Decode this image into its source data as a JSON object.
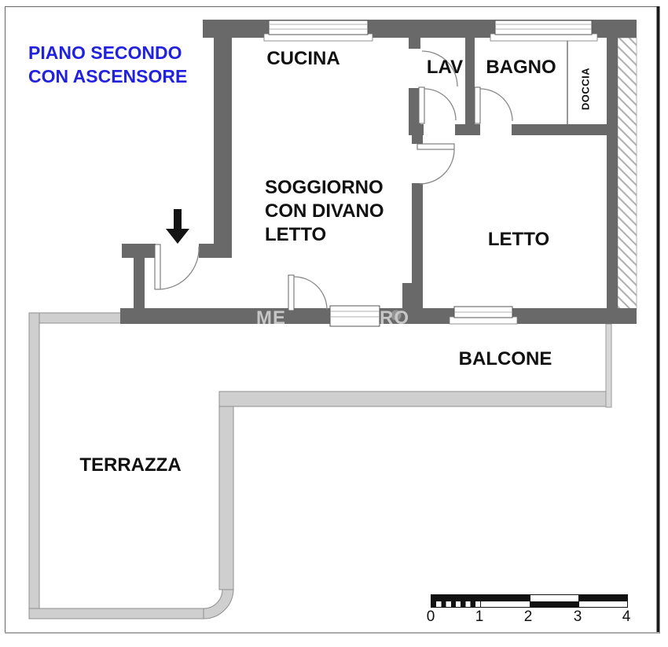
{
  "title": {
    "line1": "PIANO SECONDO",
    "line2": "CON ASCENSORE"
  },
  "rooms": {
    "cucina": "CUCINA",
    "lav": "LAV",
    "bagno": "BAGNO",
    "doccia": "DOCCIA",
    "soggiorno": [
      "SOGGIORNO",
      "CON DIVANO",
      "LETTO"
    ],
    "letto": "LETTO",
    "balcone": "BALCONE",
    "terrazza": "TERRAZZA"
  },
  "watermark": {
    "left": "ME",
    "right": "RO"
  },
  "scale_bar": {
    "labels": [
      "0",
      "1",
      "2",
      "3",
      "4"
    ]
  },
  "colors": {
    "wall": "#696969",
    "parapet": "#cfcfcf",
    "hatch_line": "#b0b0b0",
    "title_blue": "#2222dd",
    "text": "#111111",
    "watermark": "#c6c6c6"
  }
}
